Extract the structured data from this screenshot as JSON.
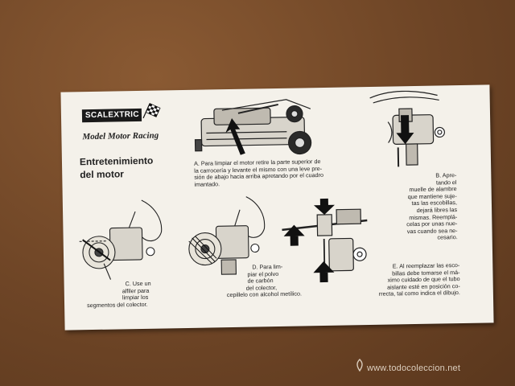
{
  "brand": {
    "logo_text": "SCALEXTRIC",
    "subtitle": "Model Motor Racing"
  },
  "heading": {
    "line1": "Entretenimiento",
    "line2": "del motor"
  },
  "captions": {
    "a": [
      "A. Para limpiar el motor retire la parte superior de",
      "la carrocería y levante el mismo con una leve pre-",
      "sión de abajo hacia arriba apretando por el cuadro",
      "imantado."
    ],
    "b": [
      "B. Apre-",
      "tando el",
      "muelle de alambre",
      "que mantiene suje-",
      "tas las escobillas,",
      "dejará libres las",
      "mismas. Reemplá-",
      "celas por unas nue-",
      "vas cuando sea ne-",
      "cesario."
    ],
    "c": [
      "C. Use un",
      "alfiler para",
      "limpiar los",
      "segmentos del colector."
    ],
    "d": [
      "D. Para lim-",
      "piar el polvo",
      "de carbón",
      "del colector,",
      "cepillelo con alcohol metílico."
    ],
    "e": [
      "E. Al reemplazar las esco-",
      "billas debe tomarse el má-",
      "ximo cuidado de que el tubo",
      "aislante esté en posición co-",
      "rrecta, tal como indica el dibujo."
    ]
  },
  "watermark": {
    "text": "www.todocoleccion.net"
  },
  "colors": {
    "paper": "#f4f1ea",
    "ink": "#222222",
    "table": "#6e4526"
  }
}
